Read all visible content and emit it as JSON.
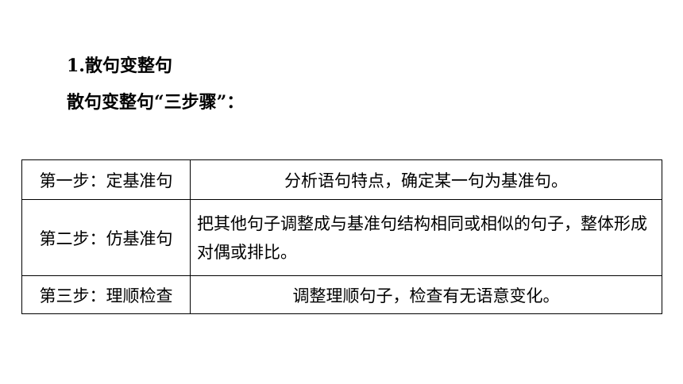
{
  "section_title": "1.散句变整句",
  "subtitle": "散句变整句“三步骤”：",
  "steps": [
    {
      "step": "第一步：定基准句",
      "description": "分析语句特点，确定某一句为基准句。"
    },
    {
      "step": "第二步：仿基准句",
      "description": "把其他句子调整成与基准句结构相同或相似的句子，整体形成对偶或排比。"
    },
    {
      "step": "第三步：理顺检查",
      "description": "调整理顺句子，检查有无语意变化。"
    }
  ]
}
